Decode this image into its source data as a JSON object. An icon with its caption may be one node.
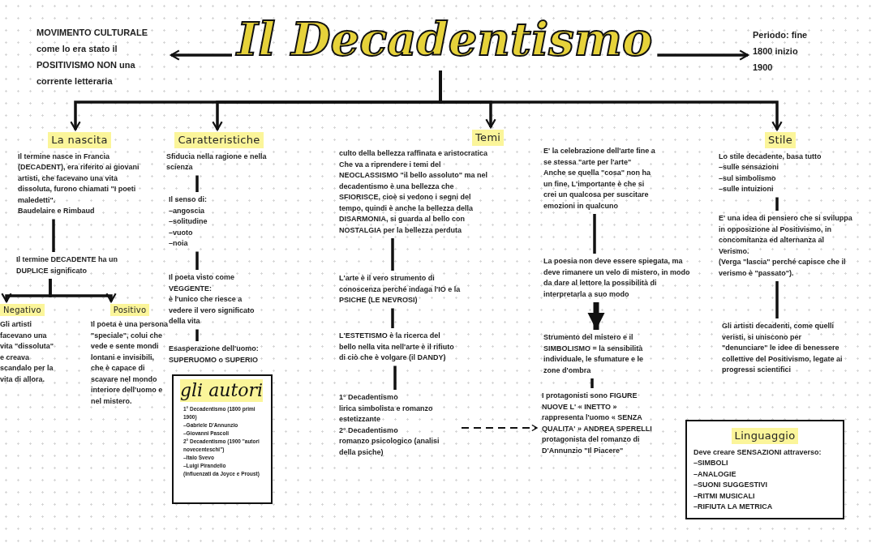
{
  "diagram": {
    "nodes": [
      {
        "text": [
          "Il Decadentismo"
        ]
      },
      {
        "text": [
          "MOVIMENTO CULTURALE come lo era stato il POSITIVISMO NON una corrente letteraria"
        ]
      },
      {
        "text": [
          "Periodo: fine 1800 inizio 1900"
        ]
      },
      {
        "text": [
          "La nascita",
          "Il termine nasce in Francia (DECADENT), era riferito ai giovani artisti, che facevano una vita dissoluta, furono chiamati \"I poeti maledetti\".",
          "Baudelaire e Rimbaud"
        ]
      },
      {
        "text": [
          "Il termine DECADENTE ha un DUPLICE significato"
        ]
      },
      {
        "text": [
          "Negativo",
          "Gli artisti facevano una vita \"dissoluta\" e creava scandalo per la vita di allora."
        ]
      },
      {
        "text": [
          "Positivo",
          "Il poeta è una persona \"speciale\", colui che vede e sente mondi lontani e invisibili, che è capace di scavare nel mondo interiore dell'uomo e nel mistero."
        ]
      },
      {
        "text": [
          "Caratteristiche",
          "Sfiducia nella ragione e nella scienza"
        ]
      },
      {
        "text": [
          "Il senso di:",
          "–angoscia",
          "–solitudine",
          "–vuoto",
          "–noia"
        ]
      },
      {
        "text": [
          "Il poeta visto come VEGGENTE:",
          "è l'unico che riesce a vedere il vero significato della vita"
        ]
      },
      {
        "text": [
          "Esasperazione dell'uomo: SUPERUOMO o SUPERIO"
        ]
      },
      {
        "text": [
          "gli autori",
          "1° Decadentismo (1800 primi 1900)",
          "–Gabriele D'Annunzio",
          "–Giovanni Pascoli",
          "2° Decadentismo (1900 \"autori novecenteschi\")",
          "–Italo Svevo",
          "–Luigi Pirandello",
          "(Influenzati da Joyce e Proust)"
        ]
      },
      {
        "text": [
          "Temi"
        ]
      },
      {
        "text": [
          "culto della bellezza raffinata e aristocratica",
          "Che va a riprendere i temi del NEOCLASSISMO \"il bello assoluto\" ma nel decadentismo è una bellezza che SFIORISCE, cioè si vedono i segni del tempo, quindi è anche la bellezza della DISARMONIA, si guarda al bello con NOSTALGIA per la bellezza perduta"
        ]
      },
      {
        "text": [
          "L'arte è il vero strumento di conoscenza perché indaga l'IO e la PSICHE (LE NEVROSI)"
        ]
      },
      {
        "text": [
          "L'ESTETISMO è la ricerca del bello nella vita nell'arte è il rifiuto di ciò che è volgare (il DANDY)"
        ]
      },
      {
        "text": [
          "1° Decadentismo",
          "lirica simbolista e romanzo estetizzante",
          "2° Decadentismo",
          "romanzo psicologico (analisi della psiche)"
        ]
      },
      {
        "text": [
          "E' la celebrazione dell'arte fine a se stessa \"arte per l'arte\"",
          "Anche se quella \"cosa\" non ha un fine, L'importante è che si crei un qualcosa per suscitare emozioni in qualcuno"
        ]
      },
      {
        "text": [
          "La poesia non deve essere spiegata, ma deve rimanere un velo di mistero, in modo da dare al lettore la possibilità di interpretarla a suo modo"
        ]
      },
      {
        "text": [
          "Strumento del mistero e il SIMBOLISMO = la sensibilità individuale, le sfumature e le zone d'ombra"
        ]
      },
      {
        "text": [
          "I protagonisti sono FIGURE NUOVE L' « INETTO » rappresenta l'uomo « SENZA QUALITA' » ANDREA SPERELLI protagonista del romanzo di D'Annunzio \"Il Piacere\""
        ]
      },
      {
        "text": [
          "Stile",
          "Lo stile decadente, basa tutto",
          "–sulle sensazioni",
          "–sul simbolismo",
          "–sulle intuizioni"
        ]
      },
      {
        "text": [
          "E' una idea di pensiero che si sviluppa in opposizione al Positivismo, in concomitanza ed alternanza al Verismo.",
          "(Verga \"lascia\" perché capisce che il verismo è \"passato\")."
        ]
      },
      {
        "text": [
          "Gli artisti decadenti, come quelli veristi, si uniscono per \"denunciare\" le idee di benessere collettive del Positivismo, legate ai progressi scientifici"
        ]
      },
      {
        "text": [
          "Linguaggio",
          "Deve creare SENSAZIONI attraverso:",
          "–SIMBOLI",
          "–ANALOGIE",
          "–SUONI SUGGESTIVI",
          "–RITMI MUSICALI",
          "–RIFIUTA LA METRICA"
        ]
      }
    ],
    "edges": [
      {
        "from": 0,
        "to": 1,
        "arrow": "to"
      },
      {
        "from": 0,
        "to": 2,
        "arrow": "to"
      },
      {
        "from": 0,
        "to": 3,
        "arrow": "to"
      },
      {
        "from": 0,
        "to": 7,
        "arrow": "to"
      },
      {
        "from": 0,
        "to": 12,
        "arrow": "to"
      },
      {
        "from": 0,
        "to": 21,
        "arrow": "to"
      },
      {
        "from": 3,
        "to": 4,
        "arrow": "none"
      },
      {
        "from": 4,
        "to": 5,
        "arrow": "to"
      },
      {
        "from": 4,
        "to": 6,
        "arrow": "to"
      },
      {
        "from": 7,
        "to": 8,
        "arrow": "none"
      },
      {
        "from": 8,
        "to": 9,
        "arrow": "none"
      },
      {
        "from": 9,
        "to": 10,
        "arrow": "none"
      },
      {
        "from": 13,
        "to": 14,
        "arrow": "none"
      },
      {
        "from": 14,
        "to": 15,
        "arrow": "none"
      },
      {
        "from": 15,
        "to": 16,
        "arrow": "none"
      },
      {
        "from": 16,
        "to": 20,
        "arrow": "to",
        "style": "dashed"
      },
      {
        "from": 17,
        "to": 18,
        "arrow": "none"
      },
      {
        "from": 18,
        "to": 19,
        "arrow": "to",
        "style": "thick"
      },
      {
        "from": 19,
        "to": 20,
        "arrow": "none"
      },
      {
        "from": 21,
        "to": 22,
        "arrow": "none"
      },
      {
        "from": 22,
        "to": 23,
        "arrow": "none"
      }
    ]
  }
}
